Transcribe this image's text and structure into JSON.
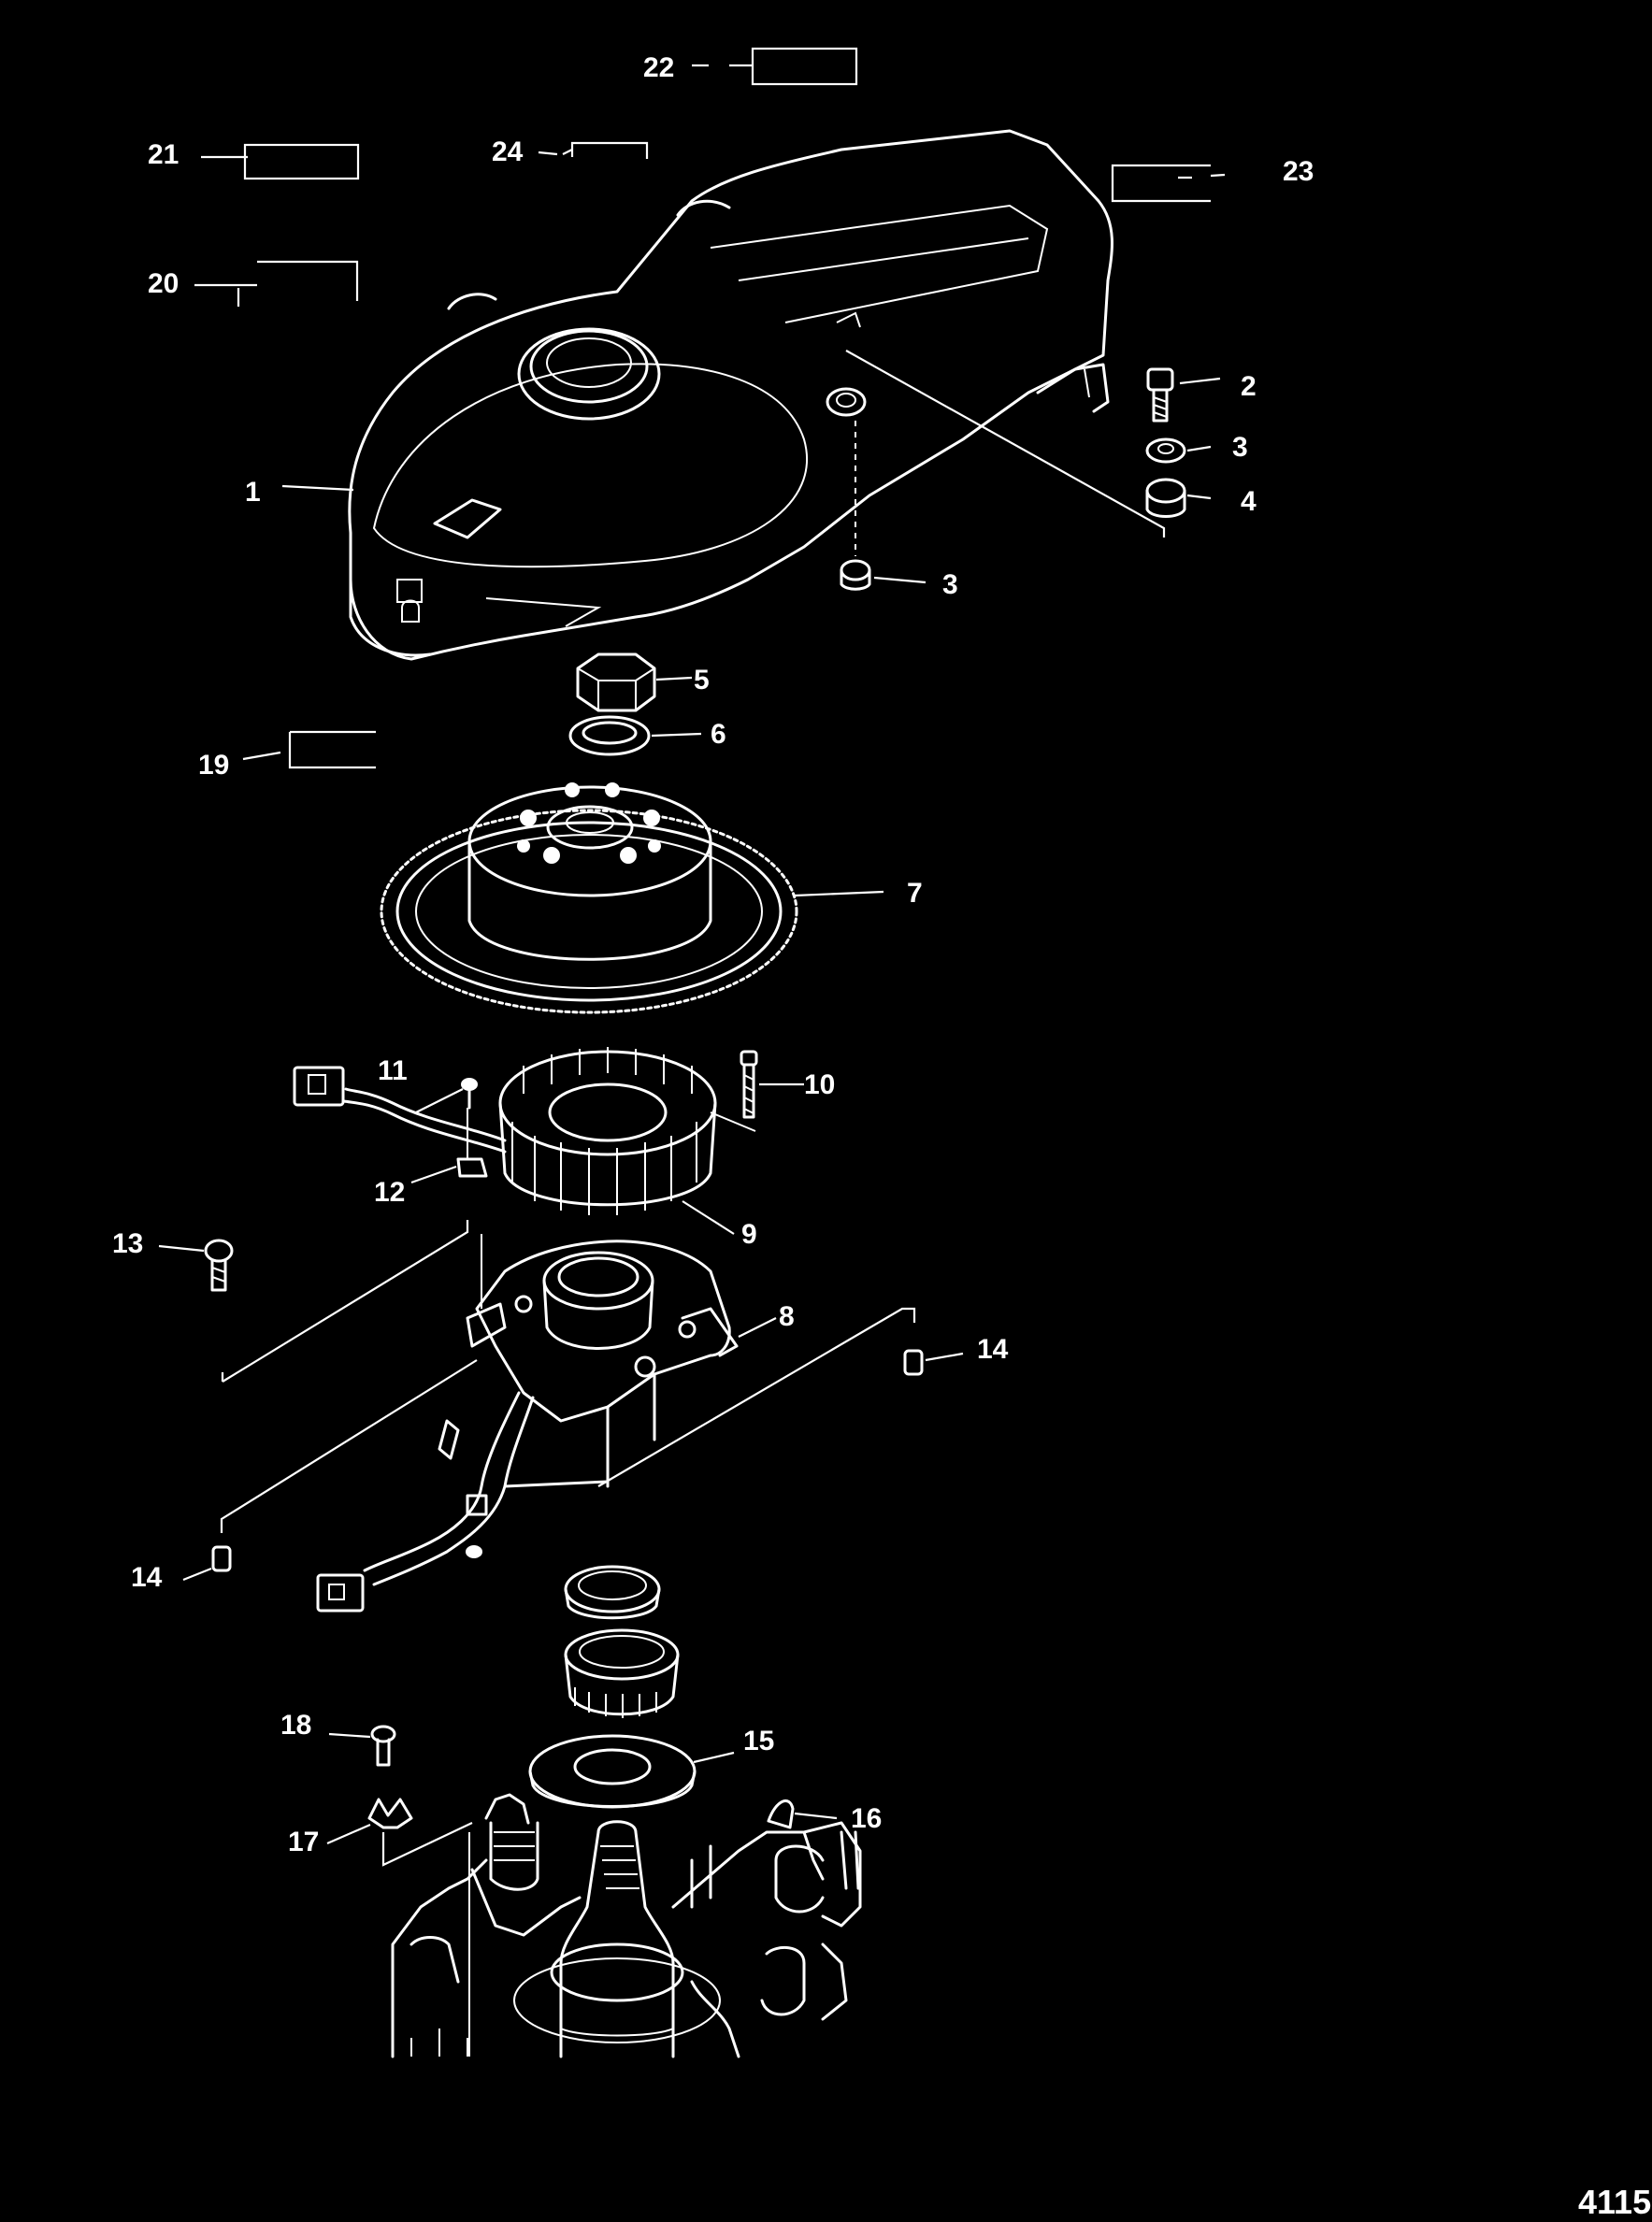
{
  "diagram": {
    "figure_number": "4115",
    "callouts": {
      "c1": "1",
      "c2": "2",
      "c3a": "3",
      "c3b": "3",
      "c4": "4",
      "c5": "5",
      "c6": "6",
      "c7": "7",
      "c8": "8",
      "c9": "9",
      "c10": "10",
      "c11": "11",
      "c12": "12",
      "c13": "13",
      "c14a": "14",
      "c14b": "14",
      "c15": "15",
      "c16": "16",
      "c17": "17",
      "c18": "18",
      "c19": "19",
      "c20": "20",
      "c21": "21",
      "c22": "22",
      "c23": "23",
      "c24": "24"
    },
    "colors": {
      "background": "#000000",
      "line": "#ffffff"
    }
  }
}
